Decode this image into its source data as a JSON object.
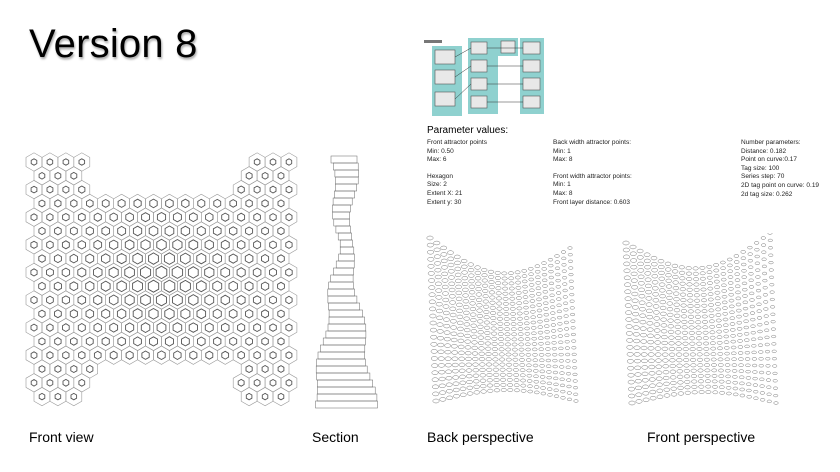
{
  "title": "Version 8",
  "captions": {
    "front_view": "Front view",
    "section": "Section",
    "back_perspective": "Back perspective",
    "front_perspective": "Front perspective"
  },
  "parameters": {
    "heading": "Parameter values:",
    "col1": {
      "front_attractor": {
        "label": "Front attractor points",
        "min": "Min: 0.50",
        "max": "Max: 6"
      },
      "hexagon": {
        "label": "Hexagon",
        "size": "Size: 2",
        "extent_x": "Extent X: 21",
        "extent_y": "Extent y: 30"
      }
    },
    "col2": {
      "back_width": {
        "label": "Back width attractor points:",
        "min": "Min: 1",
        "max": "Max: 8"
      },
      "front_width": {
        "label": "Front width attractor points:",
        "min": "Min: 1",
        "max": "Max: 8",
        "layer_distance": "Front layer distance: 0.603"
      }
    },
    "col3": {
      "label": "Number parameters:",
      "distance": "Distance: 0.182",
      "point_on_curve": "Point on curve:0.17",
      "tag_size": "Tag size: 100",
      "series_step": "Series step: 70",
      "tag_point_2d": "2D tag point on curve: 0.19",
      "tag_size_2d": "2d tag size: 0.262"
    }
  },
  "colors": {
    "node_group": "#8fd1cf",
    "line": "#666666",
    "hex_stroke": "#888888"
  }
}
